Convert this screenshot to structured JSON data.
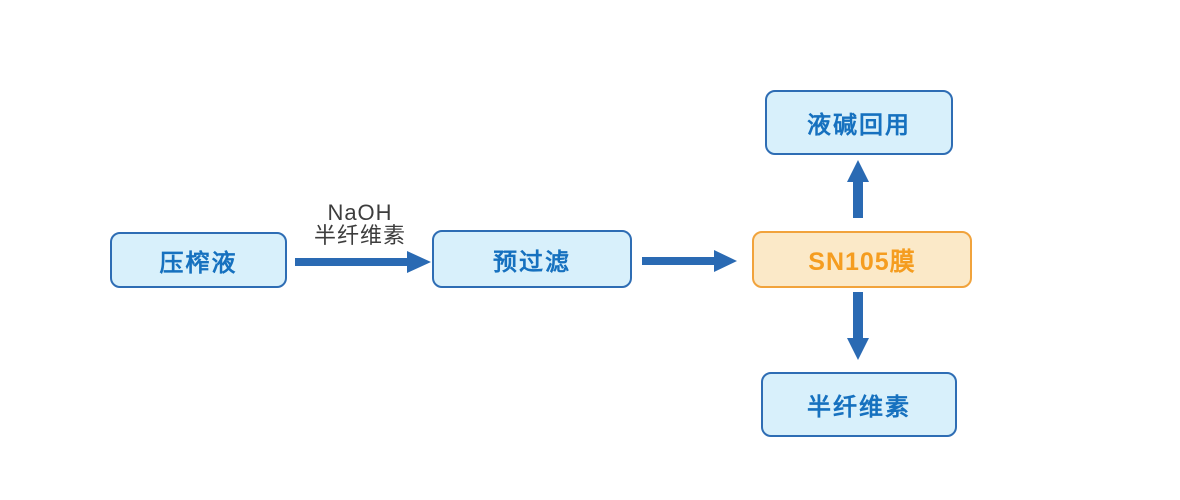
{
  "diagram": {
    "title": "SN105 membrane filtration process flow",
    "nodes": {
      "pressed_liquid": {
        "label": "压榨液"
      },
      "prefilter": {
        "label": "预过滤"
      },
      "membrane": {
        "label": "SN105膜"
      },
      "alkali_reuse": {
        "label": "液碱回用"
      },
      "hemicellulose": {
        "label": "半纤维素"
      }
    },
    "edge_label": {
      "line1": "NaOH",
      "line2": "半纤维素"
    },
    "edges": [
      {
        "from": "pressed_liquid",
        "to": "prefilter",
        "direction": "right",
        "label": "NaOH 半纤维素"
      },
      {
        "from": "prefilter",
        "to": "membrane",
        "direction": "right",
        "label": ""
      },
      {
        "from": "membrane",
        "to": "alkali_reuse",
        "direction": "up",
        "label": ""
      },
      {
        "from": "membrane",
        "to": "hemicellulose",
        "direction": "down",
        "label": ""
      }
    ]
  },
  "colors": {
    "background": "#ffffff",
    "node_fill": "#d8f0fb",
    "node_border": "#2e6db4",
    "node_text": "#1671bf",
    "membrane_fill": "#fbe9c8",
    "membrane_border": "#f1a33c",
    "membrane_text": "#f59d20",
    "arrow": "#2a6ab3",
    "edge_label_text": "#3d3d3d"
  }
}
